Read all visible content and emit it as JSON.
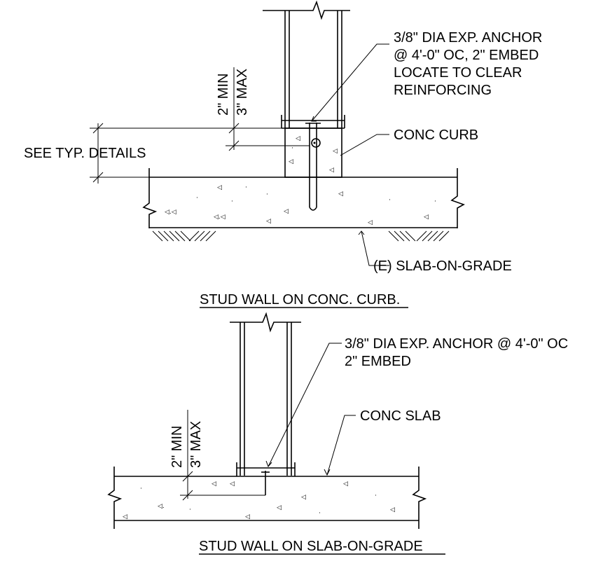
{
  "detail_1": {
    "anchor_note_line1": "3/8\"  DIA EXP. ANCHOR",
    "anchor_note_line2": "@ 4'-0\" OC, 2\" EMBED",
    "anchor_note_line3": "LOCATE TO CLEAR",
    "anchor_note_line4": "REINFORCING",
    "curb_note": "CONC CURB",
    "dim_min": "2\" MIN",
    "dim_max": "3\" MAX",
    "see_typ": "SEE TYP. DETAILS",
    "slab_note": "(E) SLAB-ON-GRADE",
    "title": "STUD WALL ON CONC. CURB."
  },
  "detail_2": {
    "anchor_note_line1": "3/8\" DIA EXP. ANCHOR @ 4'-0\" OC",
    "anchor_note_line2": "2\" EMBED",
    "slab_note": "CONC SLAB",
    "dim_min": "2\" MIN",
    "dim_max": "3\" MAX",
    "title": "STUD WALL ON SLAB-ON-GRADE"
  }
}
